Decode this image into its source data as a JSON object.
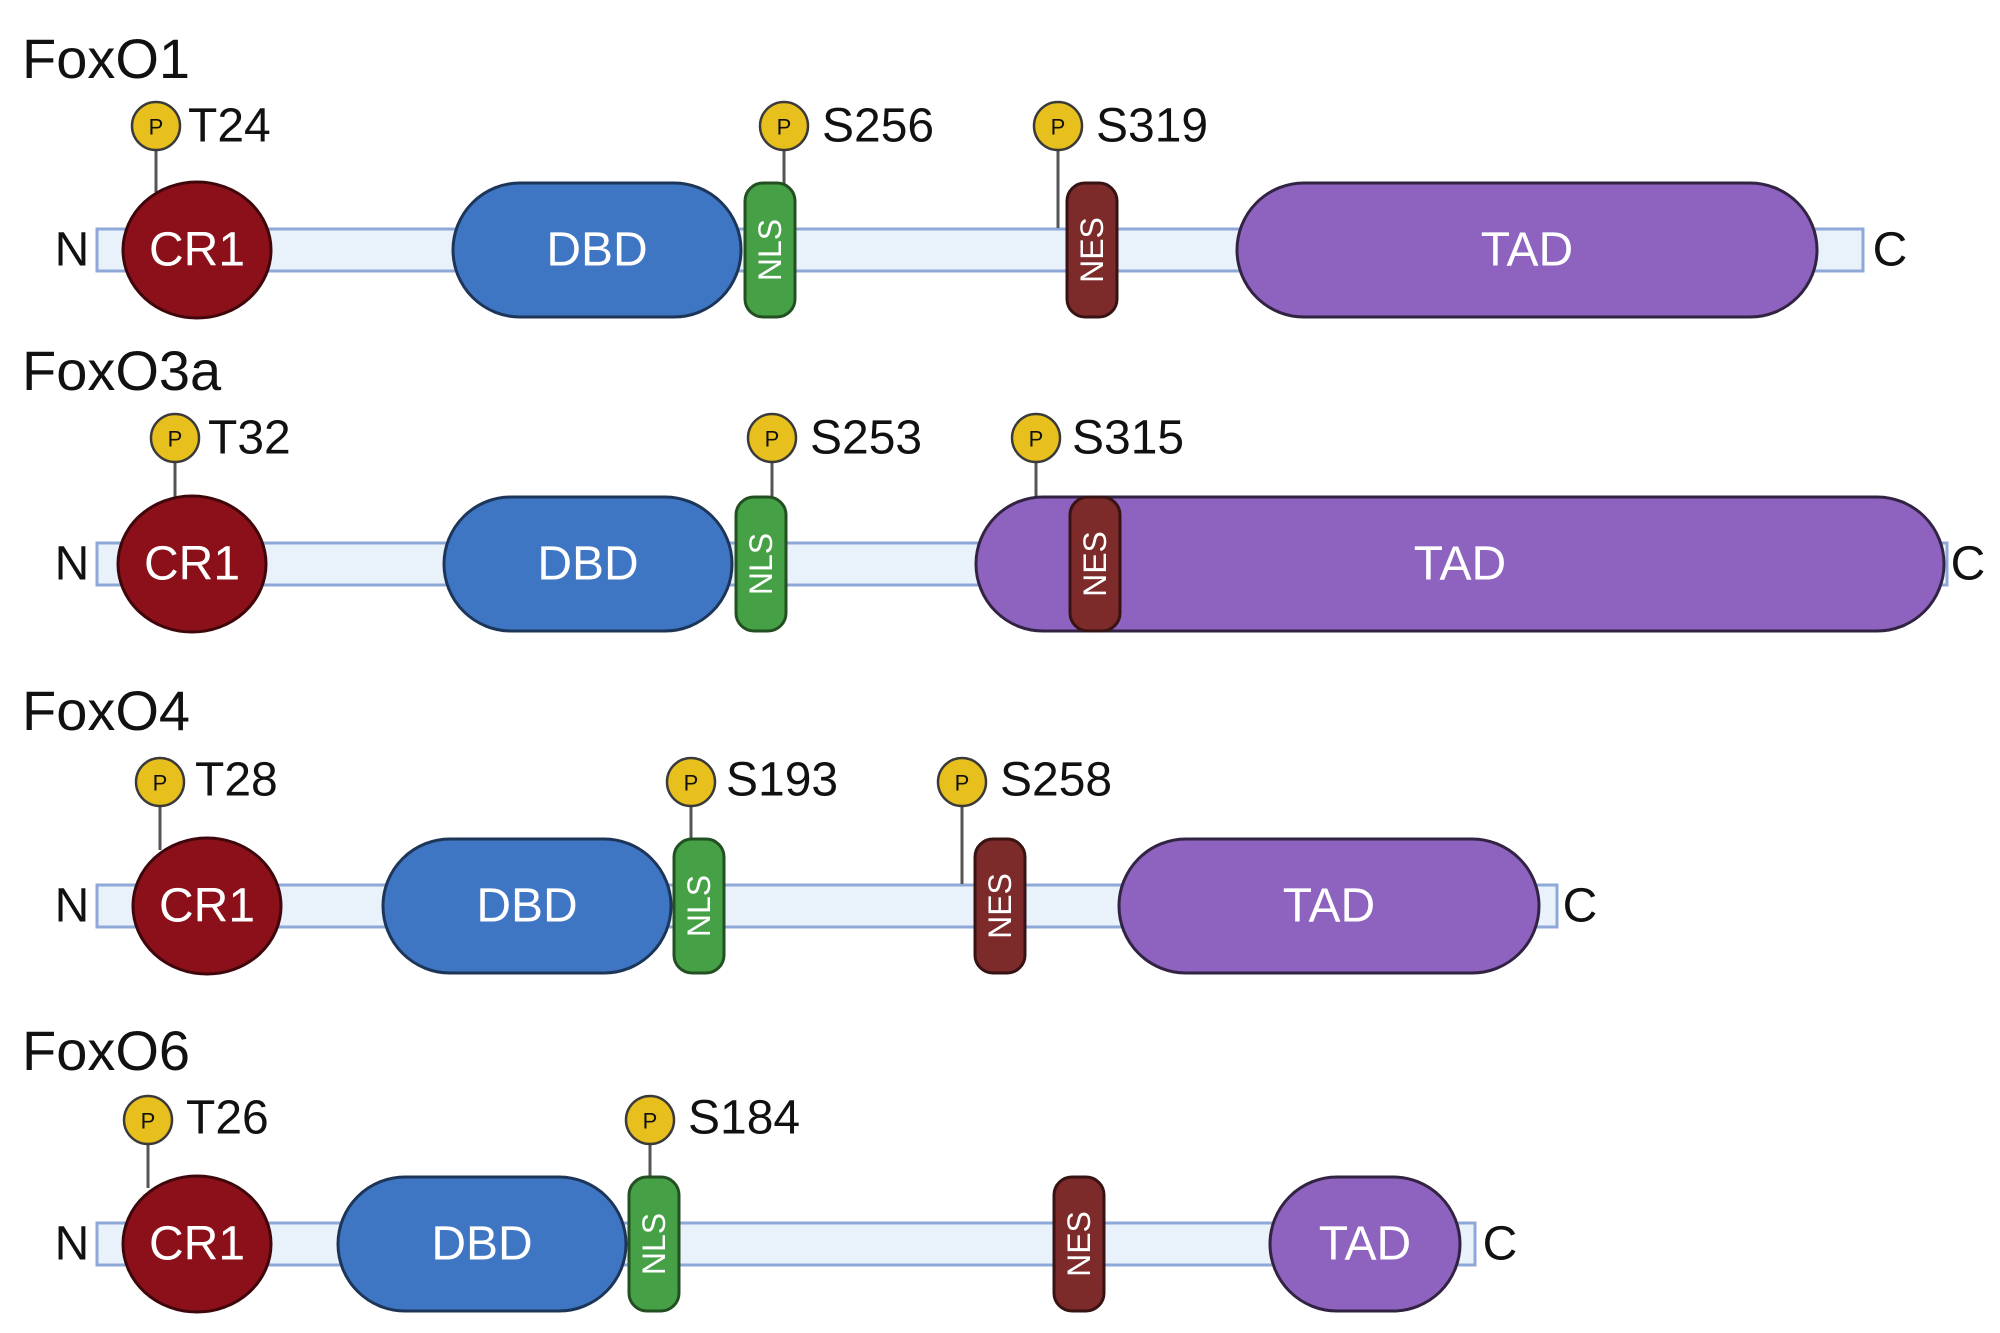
{
  "proteins": [
    {
      "name": "FoxO1",
      "n_label": "N",
      "c_label": "C",
      "domains": [
        {
          "type": "CR1",
          "label": "CR1"
        },
        {
          "type": "DBD",
          "label": "DBD"
        },
        {
          "type": "NLS",
          "label": "NLS"
        },
        {
          "type": "NES",
          "label": "NES"
        },
        {
          "type": "TAD",
          "label": "TAD"
        }
      ],
      "sites": [
        {
          "badge": "P",
          "label": "T24"
        },
        {
          "badge": "P",
          "label": "S256"
        },
        {
          "badge": "P",
          "label": "S319"
        }
      ]
    },
    {
      "name": "FoxO3a",
      "n_label": "N",
      "c_label": "C",
      "domains": [
        {
          "type": "CR1",
          "label": "CR1"
        },
        {
          "type": "DBD",
          "label": "DBD"
        },
        {
          "type": "NLS",
          "label": "NLS"
        },
        {
          "type": "TAD",
          "label": "TAD"
        },
        {
          "type": "NES",
          "label": "NES"
        }
      ],
      "sites": [
        {
          "badge": "P",
          "label": "T32"
        },
        {
          "badge": "P",
          "label": "S253"
        },
        {
          "badge": "P",
          "label": "S315"
        }
      ]
    },
    {
      "name": "FoxO4",
      "n_label": "N",
      "c_label": "C",
      "domains": [
        {
          "type": "CR1",
          "label": "CR1"
        },
        {
          "type": "DBD",
          "label": "DBD"
        },
        {
          "type": "NLS",
          "label": "NLS"
        },
        {
          "type": "NES",
          "label": "NES"
        },
        {
          "type": "TAD",
          "label": "TAD"
        }
      ],
      "sites": [
        {
          "badge": "P",
          "label": "T28"
        },
        {
          "badge": "P",
          "label": "S193"
        },
        {
          "badge": "P",
          "label": "S258"
        }
      ]
    },
    {
      "name": "FoxO6",
      "n_label": "N",
      "c_label": "C",
      "domains": [
        {
          "type": "CR1",
          "label": "CR1"
        },
        {
          "type": "DBD",
          "label": "DBD"
        },
        {
          "type": "NLS",
          "label": "NLS"
        },
        {
          "type": "NES",
          "label": "NES"
        },
        {
          "type": "TAD",
          "label": "TAD"
        }
      ],
      "sites": [
        {
          "badge": "P",
          "label": "T26"
        },
        {
          "badge": "P",
          "label": "S184"
        }
      ]
    }
  ],
  "colors": {
    "backbone_fill": "#e9f1fb",
    "backbone_stroke": "#8ea8d8",
    "CR1": "#8b1019",
    "DBD": "#3f76c3",
    "NLS": "#46a046",
    "NES": "#7d2a2a",
    "TAD": "#8e63c0",
    "phospho": "#e8c01e"
  }
}
